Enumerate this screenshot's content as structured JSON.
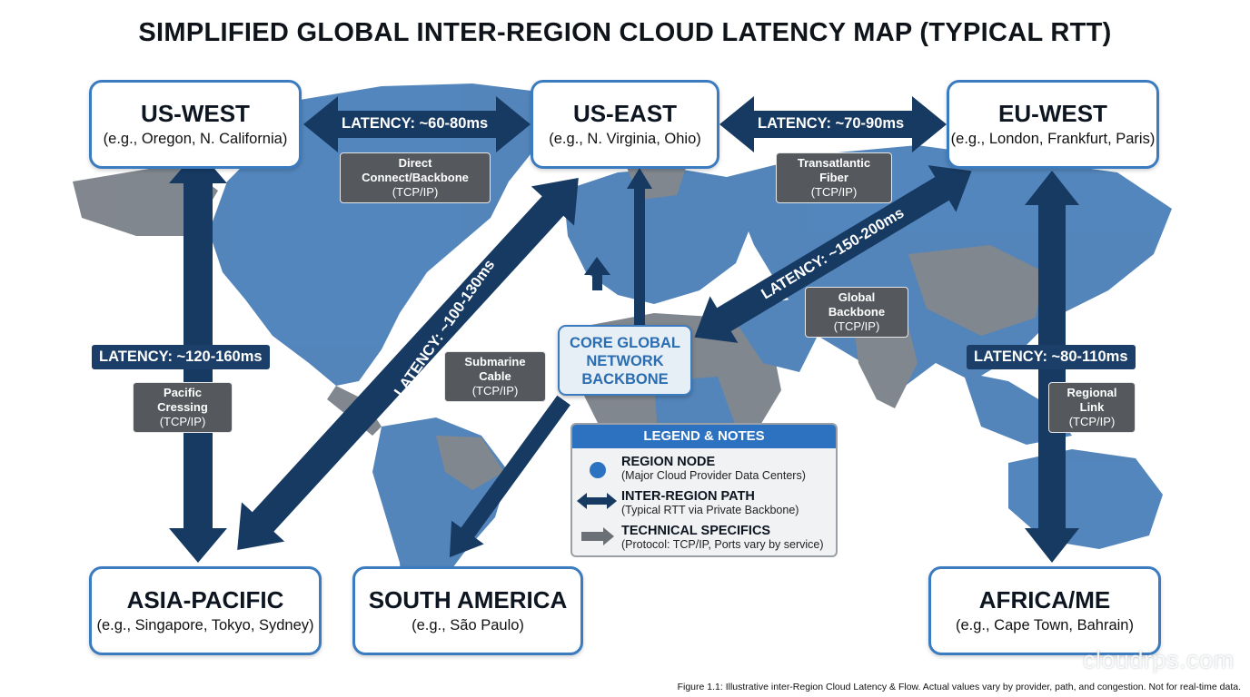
{
  "title": "SIMPLIFIED GLOBAL INTER-REGION CLOUD LATENCY MAP (TYPICAL RTT)",
  "colors": {
    "map_blue": "#4a7fb8",
    "map_gray": "#7b8189",
    "arrow_navy": "#173a63",
    "node_border": "#3b7bbf",
    "tag_gray": "#55595e"
  },
  "regions": {
    "us_west": {
      "name": "US-WEST",
      "sub": "(e.g., Oregon, N. California)"
    },
    "us_east": {
      "name": "US-EAST",
      "sub": "(e.g., N. Virginia, Ohio)"
    },
    "eu_west": {
      "name": "EU-WEST",
      "sub": "(e.g., London, Frankfurt, Paris)"
    },
    "asia_pacific": {
      "name": "ASIA-PACIFIC",
      "sub": "(e.g., Singapore, Tokyo, Sydney)"
    },
    "south_america": {
      "name": "SOUTH AMERICA",
      "sub": "(e.g., São Paulo)"
    },
    "africa_me": {
      "name": "AFRICA/ME",
      "sub": "(e.g., Cape Town, Bahrain)"
    }
  },
  "links": {
    "west_east": {
      "latency": "LATENCY: ~60-80ms",
      "type": "Direct Connect/Backbone",
      "proto": "(TCP/IP)"
    },
    "east_eu": {
      "latency": "LATENCY: ~70-90ms",
      "type": "Transatlantic Fiber",
      "proto": "(TCP/IP)"
    },
    "west_asia": {
      "latency": "LATENCY: ~120-160ms",
      "type": "Pacific Cressing",
      "proto": "(TCP/IP)"
    },
    "east_asia": {
      "latency": "LATENCY: ~100-130ms"
    },
    "eu_core": {
      "latency": "LATENCY: ~150-200ms",
      "type": "Global Backbone",
      "proto": "(TCP/IP)"
    },
    "core_sa": {
      "type": "Submarine Cable",
      "proto": "(TCP/IP)"
    },
    "eu_africa": {
      "latency": "LATENCY: ~80-110ms",
      "type": "Regional Link",
      "proto": "(TCP/IP)"
    }
  },
  "core": {
    "line1": "CORE GLOBAL",
    "line2": "NETWORK",
    "line3": "BACKBONE"
  },
  "legend": {
    "header": "LEGEND & NOTES",
    "items": [
      {
        "icon": "region-node-dot-icon",
        "title": "REGION NODE",
        "desc": "(Major Cloud Provider Data Centers)"
      },
      {
        "icon": "double-arrow-icon",
        "title": "INTER-REGION PATH",
        "desc": "(Typical RTT via Private Backbone)"
      },
      {
        "icon": "gray-arrow-icon",
        "title": "TECHNICAL SPECIFICS",
        "desc": "(Protocol: TCP/IP, Ports vary by service)"
      }
    ]
  },
  "footer": "Figure 1.1: Illustrative inter-Region Cloud Latency & Flow. Actual values vary by provider, path, and congestion. Not for real-time data.",
  "watermark": "cloudrps.com"
}
